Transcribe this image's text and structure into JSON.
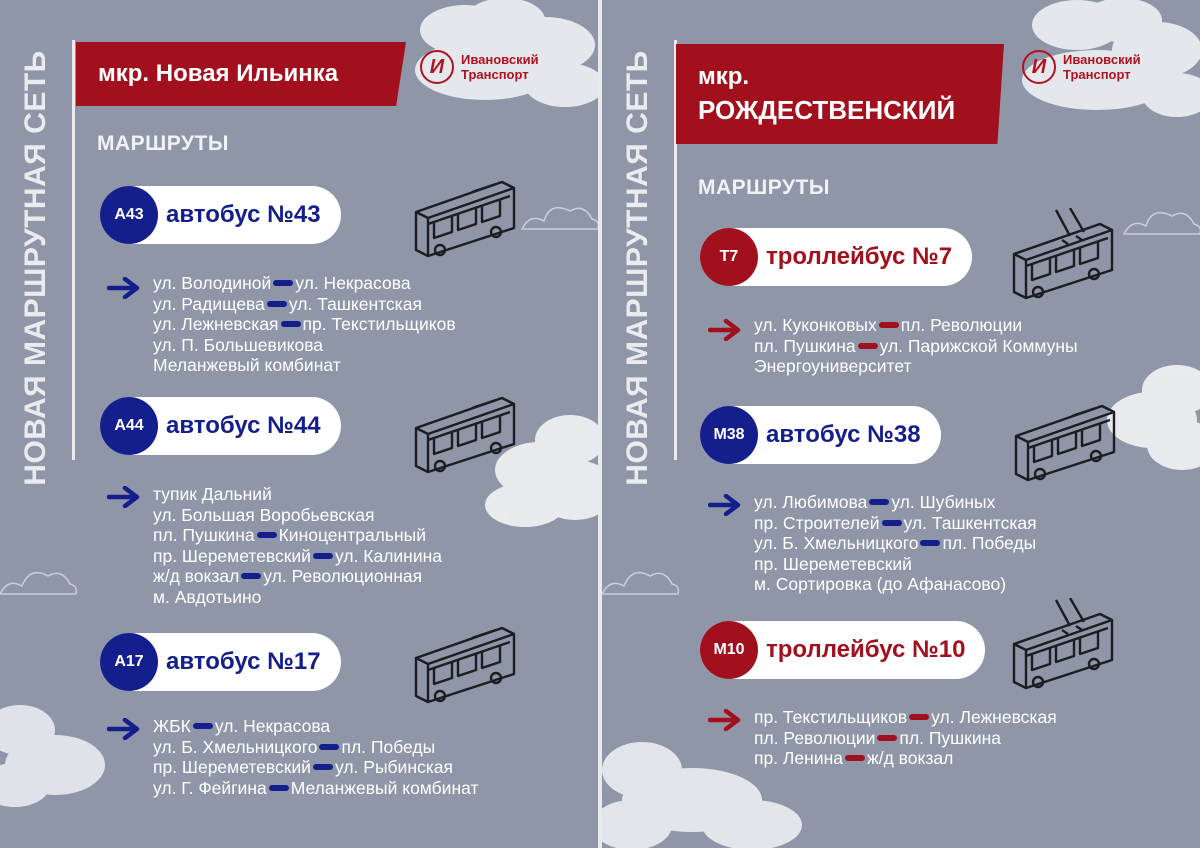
{
  "left": {
    "side_title": "НОВАЯ МАРШРУТНАЯ СЕТЬ",
    "district_line1": "мкр. Новая Ильинка",
    "logo": {
      "mark": "И",
      "line1": "Ивановский",
      "line2": "Транспорт"
    },
    "routes_label": "МАРШРУТЫ",
    "routes": [
      {
        "code": "А43",
        "name": "автобус №43",
        "vehicle": "bus-icon",
        "stops": [
          [
            "ул. Володиной",
            "ул. Некрасова"
          ],
          [
            "ул. Радищева",
            "ул. Ташкентская"
          ],
          [
            "ул. Лежневская",
            "пр. Текстильщиков"
          ],
          [
            "ул. П. Большевикова"
          ],
          [
            "Меланжевый комбинат"
          ]
        ]
      },
      {
        "code": "А44",
        "name": "автобус №44",
        "vehicle": "bus-icon",
        "stops": [
          [
            "тупик Дальний"
          ],
          [
            "ул. Большая Воробьевская"
          ],
          [
            "пл. Пушкина",
            "Киноцентральный"
          ],
          [
            "пр. Шереметевский",
            "ул. Калинина"
          ],
          [
            "ж/д вокзал",
            "ул. Революционная"
          ],
          [
            "м. Авдотьино"
          ]
        ]
      },
      {
        "code": "А17",
        "name": "автобус №17",
        "vehicle": "bus-icon",
        "stops": [
          [
            "ЖБК",
            "ул. Некрасова"
          ],
          [
            "ул. Б. Хмельницкого",
            "пл. Победы"
          ],
          [
            "пр. Шереметевский",
            "ул. Рыбинская"
          ],
          [
            "ул. Г. Фейгина",
            "Меланжевый комбинат"
          ]
        ]
      }
    ]
  },
  "right": {
    "side_title": "НОВАЯ МАРШРУТНАЯ СЕТЬ",
    "district_line1": "мкр.",
    "district_line2": "РОЖДЕСТВЕНСКИЙ",
    "logo": {
      "mark": "И",
      "line1": "Ивановский",
      "line2": "Транспорт"
    },
    "routes_label": "МАРШРУТЫ",
    "routes": [
      {
        "code": "Т7",
        "name": "троллейбус №7",
        "vehicle": "trolleybus-icon",
        "stops": [
          [
            "ул. Куконковых",
            "пл. Революции"
          ],
          [
            "пл. Пушкина",
            "ул. Парижской Коммуны"
          ],
          [
            "Энергоуниверситет"
          ]
        ]
      },
      {
        "code": "М38",
        "name": "автобус №38",
        "vehicle": "bus-icon",
        "stops": [
          [
            "ул. Любимова",
            "ул. Шубиных"
          ],
          [
            "пр. Строителей",
            "ул. Ташкентская"
          ],
          [
            "ул. Б. Хмельницкого",
            "пл. Победы"
          ],
          [
            "пр. Шереметевский"
          ],
          [
            "м. Сортировка (до Афанасово)"
          ]
        ]
      },
      {
        "code": "М10",
        "name": "троллейбус №10",
        "vehicle": "trolleybus-icon",
        "stops": [
          [
            "пр. Текстильщиков",
            "ул. Лежневская"
          ],
          [
            "пл. Революции",
            "пл. Пушкина"
          ],
          [
            "пр. Ленина",
            "ж/д вокзал"
          ]
        ]
      }
    ]
  },
  "colors": {
    "background": "#8e96a7",
    "brand_red": "#a2101e",
    "brand_blue": "#141e8c",
    "text_light": "#ffffff"
  }
}
